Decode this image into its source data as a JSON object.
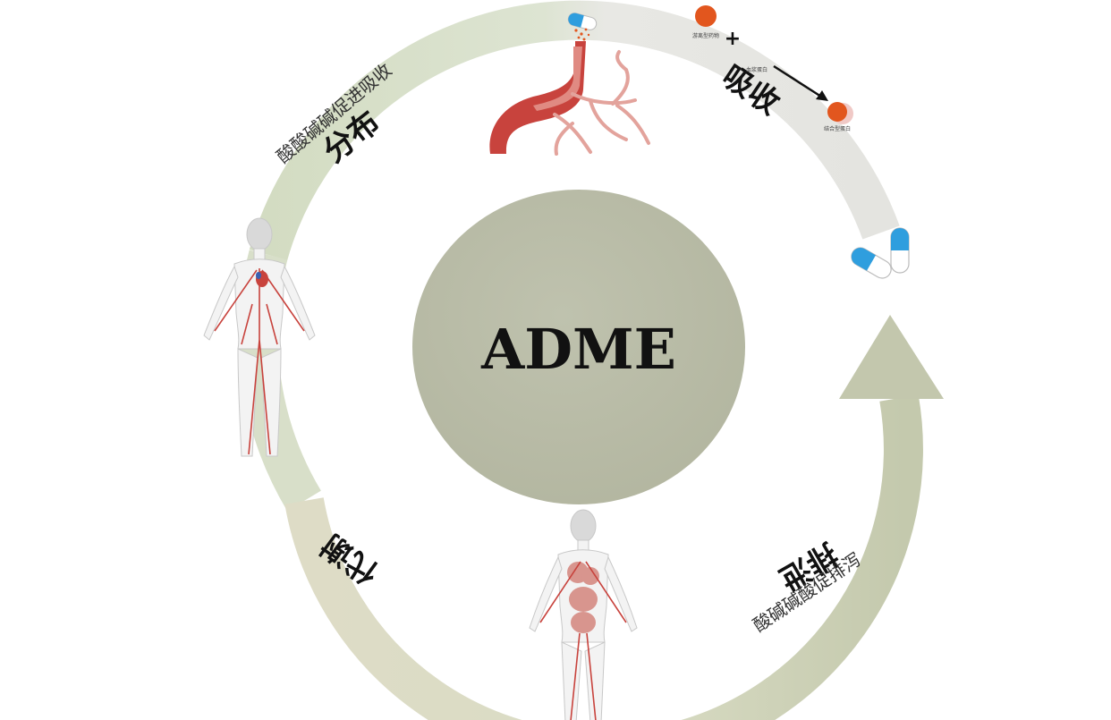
{
  "center": {
    "title": "ADME"
  },
  "stages": {
    "absorption": {
      "label": "吸收"
    },
    "distribution": {
      "label": "分布",
      "note": "酸酸碱碱促进吸收"
    },
    "metabolism": {
      "label": "代谢"
    },
    "excretion": {
      "label": "排泄",
      "note": "酸碱碱酸促排泻"
    }
  },
  "reaction": {
    "drug_label": "游离型药物",
    "protein_label": "血浆蛋白",
    "bound_label": "结合型蛋白",
    "plus": "+"
  },
  "colors": {
    "center_circle": "#b9bca8",
    "ring_green": "#d7e0c8",
    "ring_gray": "#e6e6e2",
    "ring_khaki": "#dcdcc5",
    "arrow": "#c3c7ad",
    "artery": "#c8433d",
    "drug_dot": "#e2561e",
    "capsule_blue": "#2f9ede"
  },
  "icons": [
    "capsule-icon",
    "artery-icon",
    "human-body-circulation-icon",
    "human-body-organs-icon",
    "reaction-arrow-icon"
  ]
}
